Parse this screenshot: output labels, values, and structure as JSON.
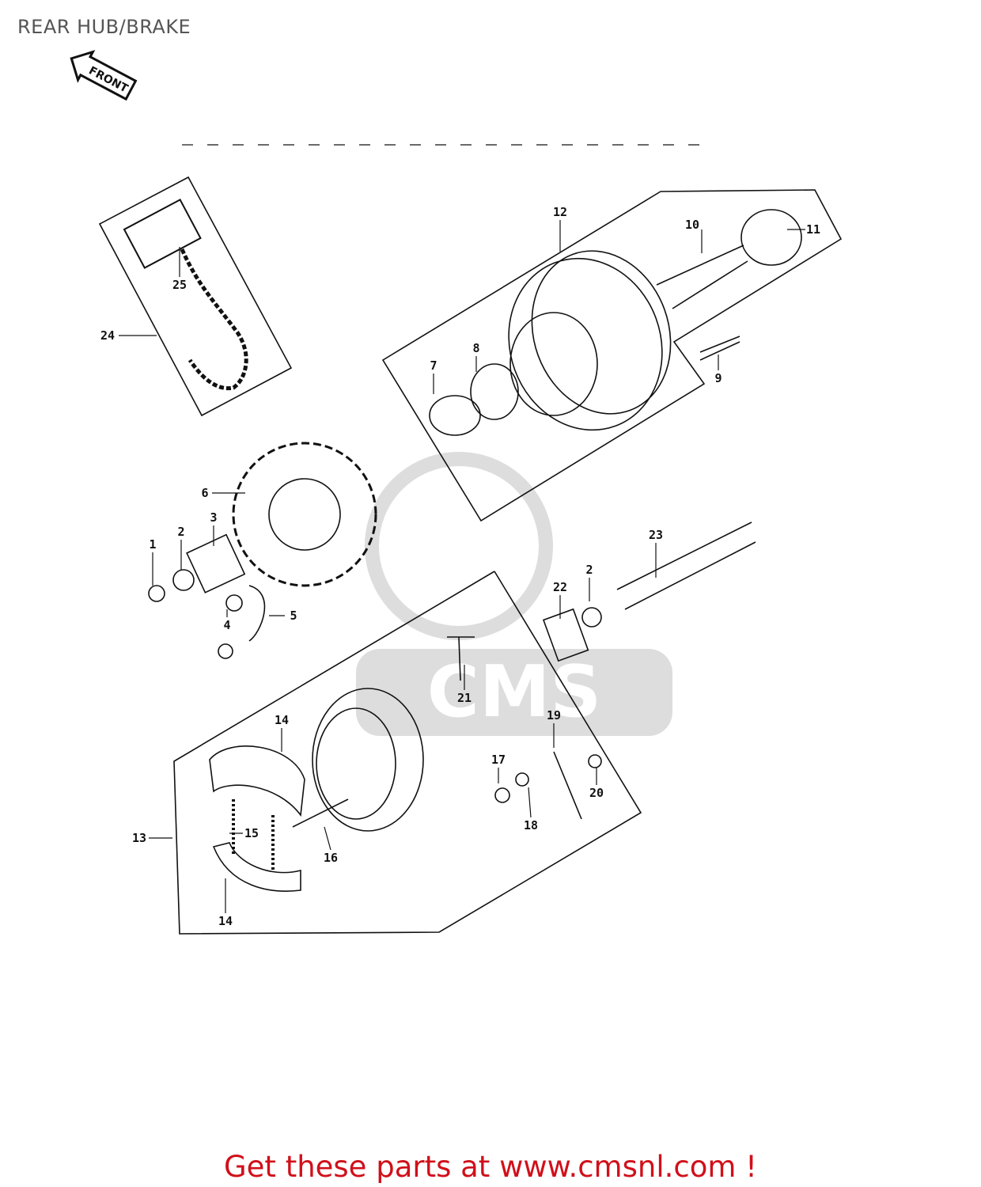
{
  "title": "REAR HUB/BRAKE",
  "front_arrow_text": "FRONT",
  "watermark_text": "CMS",
  "watermark_url": "www.cmsnl.com",
  "callouts": [
    "1",
    "2",
    "3",
    "4",
    "5",
    "6",
    "7",
    "8",
    "9",
    "10",
    "11",
    "12",
    "13",
    "14",
    "14",
    "15",
    "16",
    "17",
    "18",
    "19",
    "20",
    "21",
    "22",
    "2",
    "23",
    "24",
    "25"
  ],
  "footer": "Get these parts at www.cmsnl.com !",
  "colors": {
    "footer": "#d0101a",
    "title": "#555555",
    "lines": "#111111"
  }
}
